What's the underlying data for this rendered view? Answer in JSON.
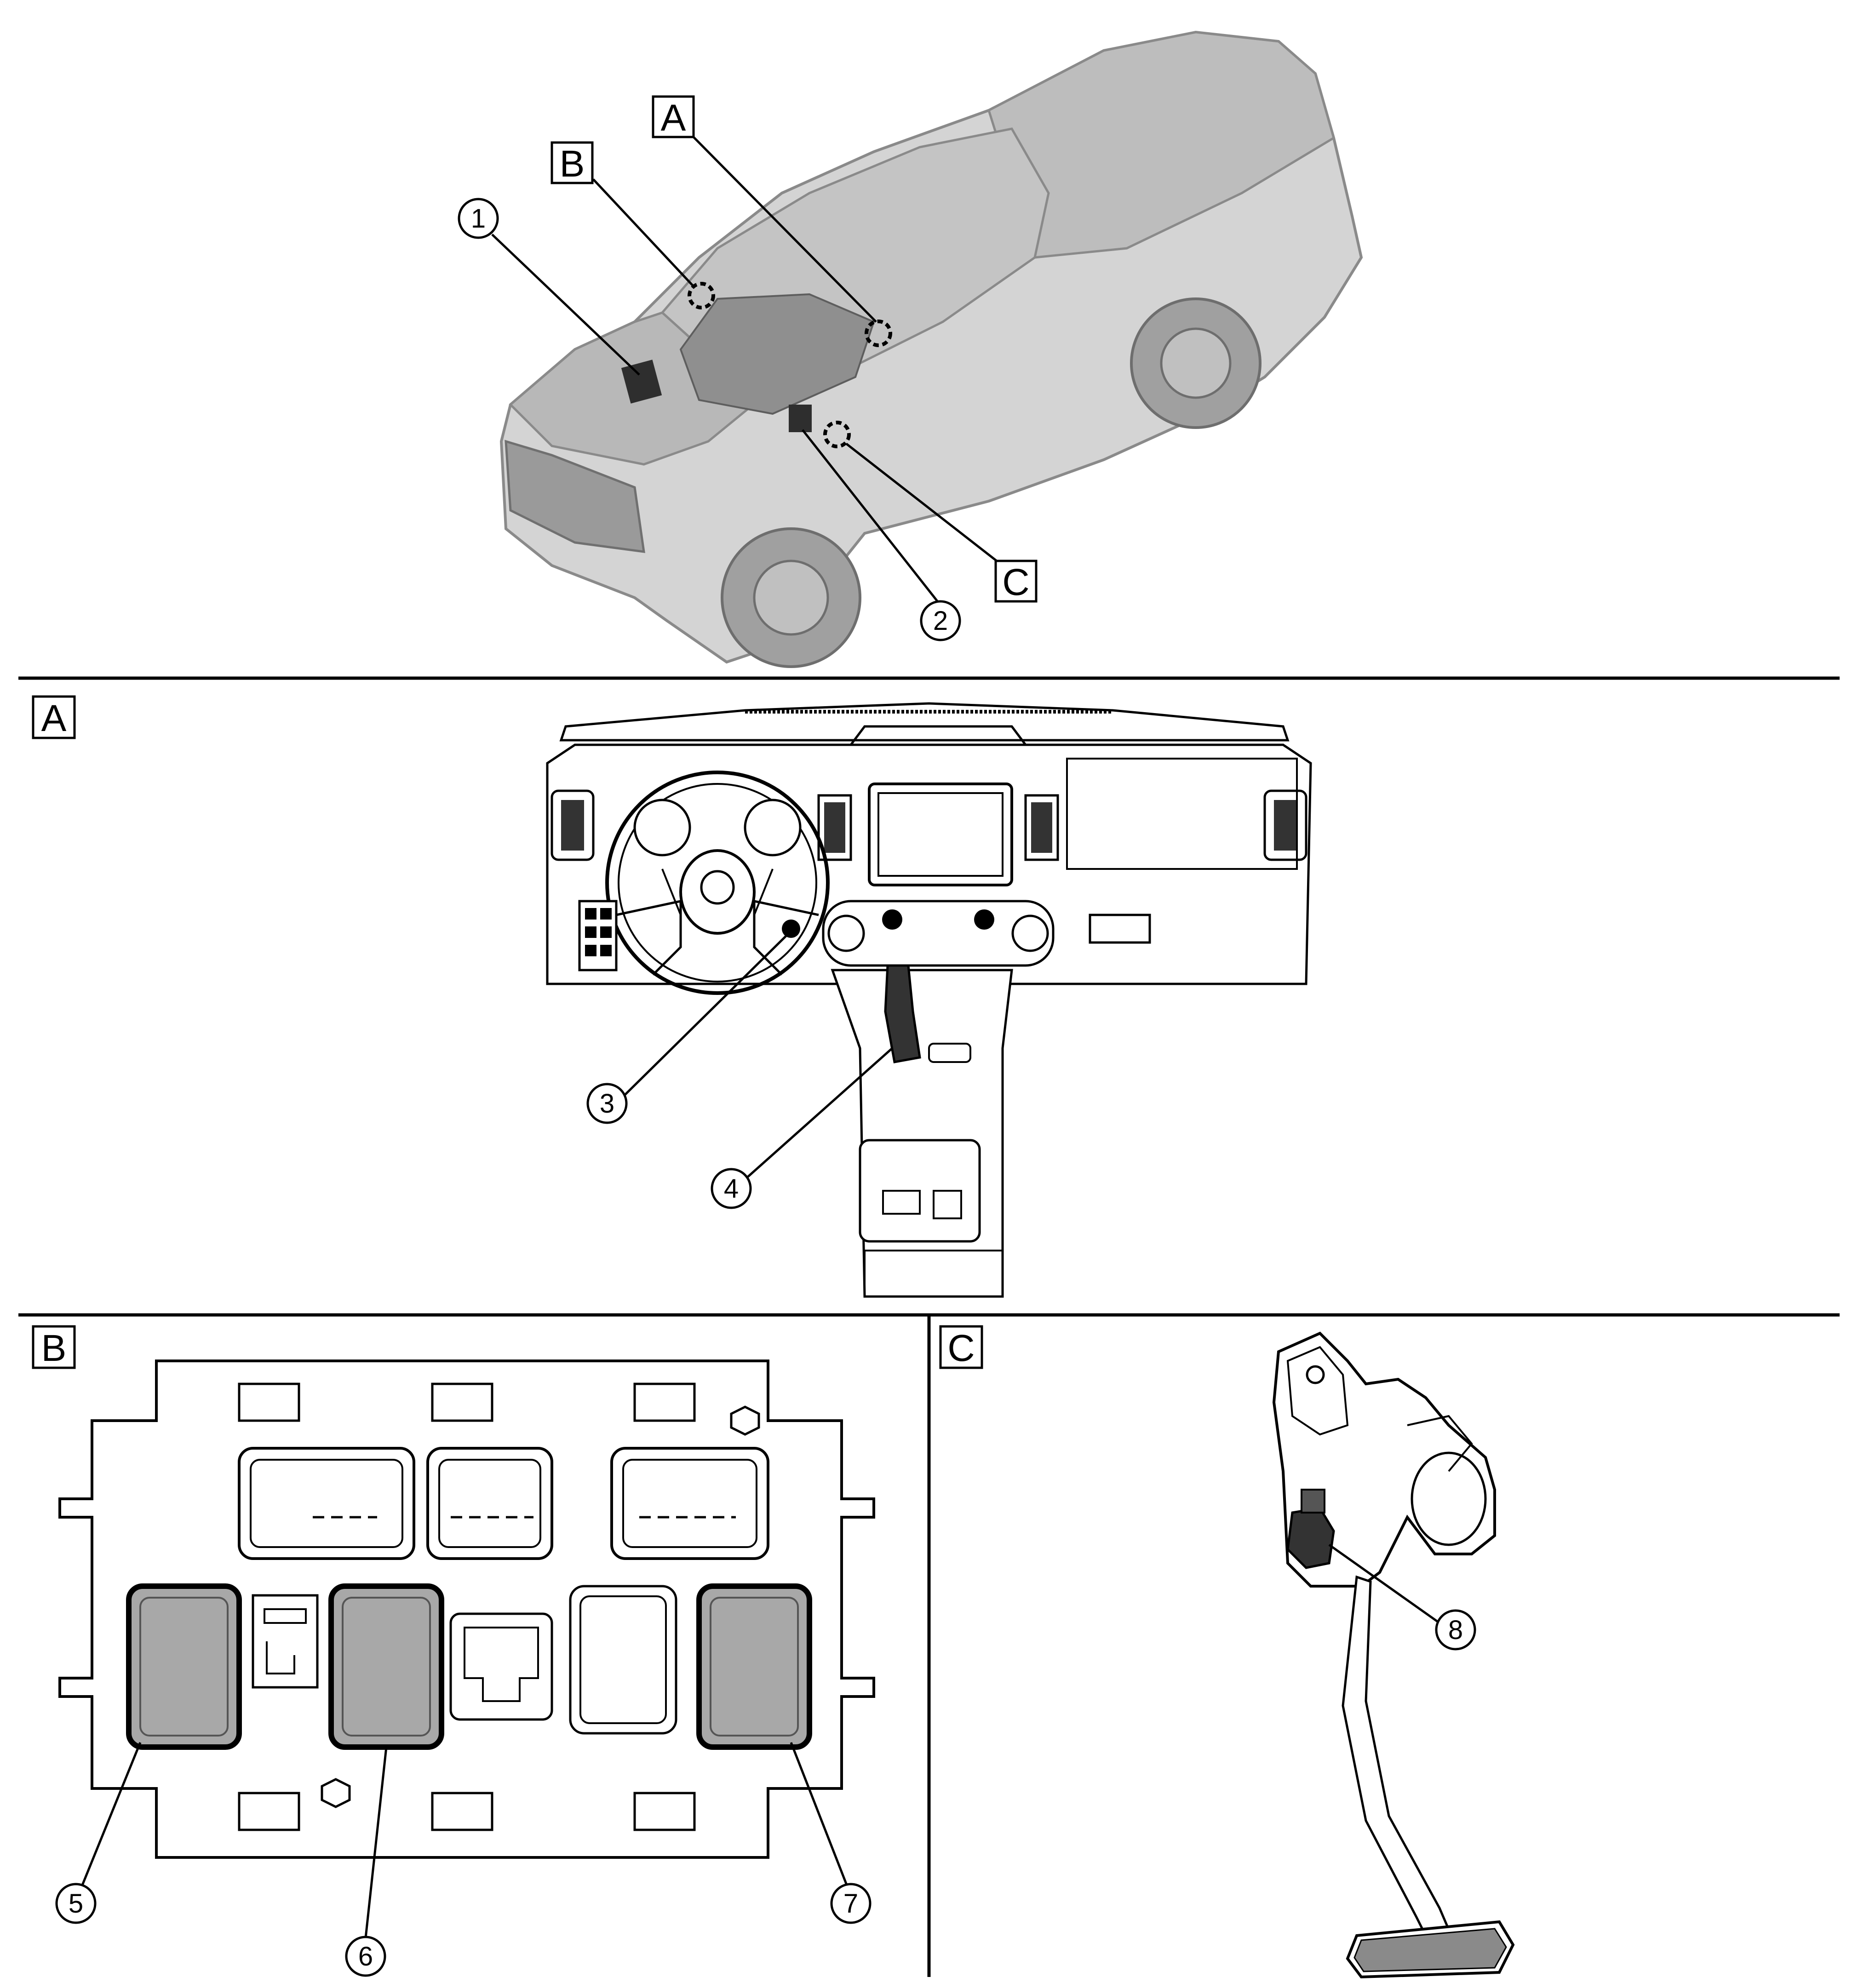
{
  "panel_labels": {
    "a": "A",
    "b": "B",
    "c": "C"
  },
  "callouts": {
    "one": "1",
    "two": "2",
    "three": "3",
    "four": "4",
    "five": "5",
    "six": "6",
    "seven": "7",
    "eight": "8"
  },
  "colors": {
    "stroke": "#000000",
    "body_fill": "#c8c8c8",
    "highlight_fill": "#a8a8a8",
    "background": "#ffffff"
  }
}
